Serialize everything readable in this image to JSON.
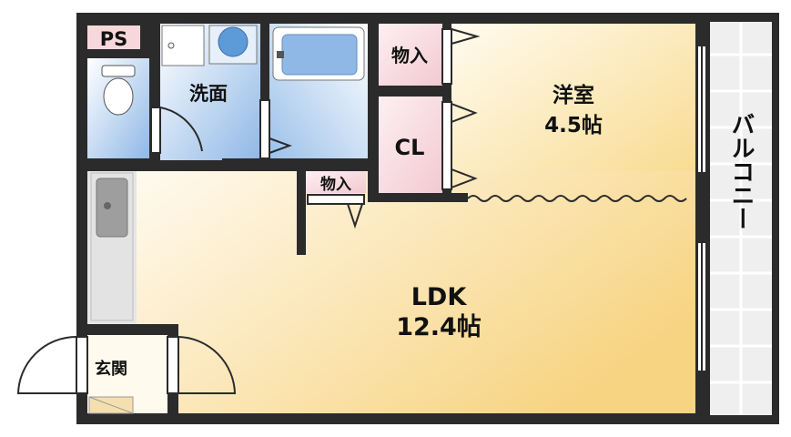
{
  "rooms": {
    "ps": "PS",
    "washroom": "洗面",
    "storage_top": "物入",
    "closet": "CL",
    "storage_mid": "物入",
    "western_room_name": "洋室",
    "western_room_size": "4.5帖",
    "ldk_name": "LDK",
    "ldk_size": "12.4帖",
    "entrance": "玄関",
    "balcony": "バルコニー"
  },
  "colors": {
    "wall": "#2b2b2b",
    "floor_warm_light": "#fdf6e3",
    "floor_warm_dark": "#f8d98a",
    "wet_area_light": "#e8f1fb",
    "wet_area_dark": "#8fb8e6",
    "storage_pink": "#f6d7dc",
    "balcony_gray": "#ececec"
  }
}
